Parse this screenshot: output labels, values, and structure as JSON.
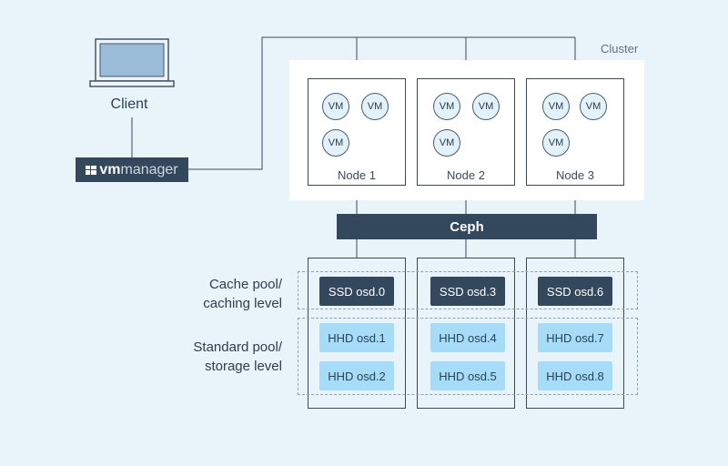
{
  "cluster": {
    "label": "Cluster"
  },
  "client": {
    "label": "Client"
  },
  "vmmanager": {
    "prefix": "vm",
    "suffix": "manager"
  },
  "nodes": [
    {
      "label": "Node 1",
      "vms": [
        "VM",
        "VM",
        "VM"
      ]
    },
    {
      "label": "Node 2",
      "vms": [
        "VM",
        "VM",
        "VM"
      ]
    },
    {
      "label": "Node 3",
      "vms": [
        "VM",
        "VM",
        "VM"
      ]
    }
  ],
  "ceph": {
    "label": "Ceph"
  },
  "pools": {
    "cache": {
      "line1": "Cache pool/",
      "line2": "caching level"
    },
    "standard": {
      "line1": "Standard pool/",
      "line2": "storage level"
    }
  },
  "osds": [
    {
      "ssd": "SSD osd.0",
      "hhd": [
        "HHD osd.1",
        "HHD osd.2"
      ]
    },
    {
      "ssd": "SSD osd.3",
      "hhd": [
        "HHD osd.4",
        "HHD osd.5"
      ]
    },
    {
      "ssd": "SSD osd.6",
      "hhd": [
        "HHD osd.7",
        "HHD osd.8"
      ]
    }
  ],
  "colors": {
    "background": "#e9f3fa",
    "dark": "#33475d",
    "hhd": "#a6dcf8",
    "line": "#3c4a58"
  }
}
